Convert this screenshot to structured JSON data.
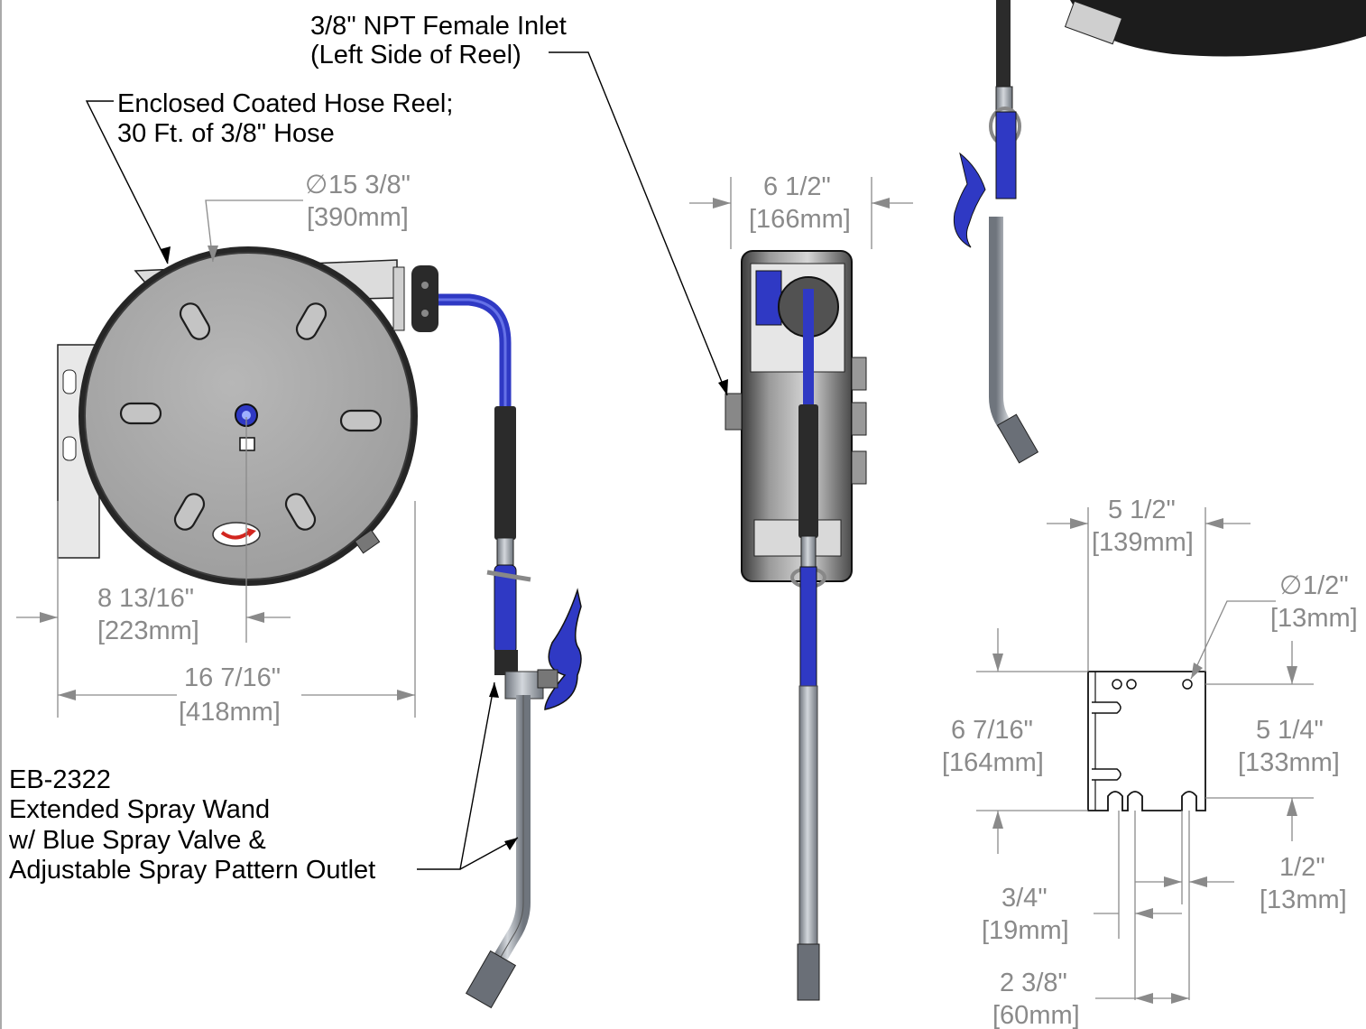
{
  "labels": {
    "inlet_line1": "3/8\" NPT Female Inlet",
    "inlet_line2": "(Left Side of Reel)",
    "reel_line1": "Enclosed Coated Hose Reel;",
    "reel_line2": "30 Ft. of 3/8\" Hose",
    "wand_line1": "EB-2322",
    "wand_line2": "Extended Spray Wand",
    "wand_line3": "w/ Blue Spray Valve &",
    "wand_line4": "Adjustable Spray Pattern Outlet"
  },
  "dimensions": {
    "reel_diameter_in": "15 3/8\"",
    "reel_diameter_mm": "[390mm]",
    "reel_depth_in": "6 1/2\"",
    "reel_depth_mm": "[166mm]",
    "center_offset_in": "8 13/16\"",
    "center_offset_mm": "[223mm]",
    "overall_width_in": "16 7/16\"",
    "overall_width_mm": "[418mm]",
    "bracket_width_in": "5 1/2\"",
    "bracket_width_mm": "[139mm]",
    "hole_diameter_in": "1/2\"",
    "hole_diameter_mm": "[13mm]",
    "bracket_height_in": "6 7/16\"",
    "bracket_height_mm": "[164mm]",
    "bracket_height_right_in": "5 1/4\"",
    "bracket_height_right_mm": "[133mm]",
    "slot_offset_in": "3/4\"",
    "slot_offset_mm": "[19mm]",
    "slot_width_in": "1/2\"",
    "slot_width_mm": "[13mm]",
    "slot_spacing_in": "2 3/8\"",
    "slot_spacing_mm": "[60mm]"
  },
  "symbols": {
    "diameter": "∅"
  },
  "colors": {
    "hose_blue": "#2f39c4",
    "reel_gray": "#a9a9a9",
    "dimension_gray": "#8a8a8a",
    "steel": "#9ea4ad"
  }
}
